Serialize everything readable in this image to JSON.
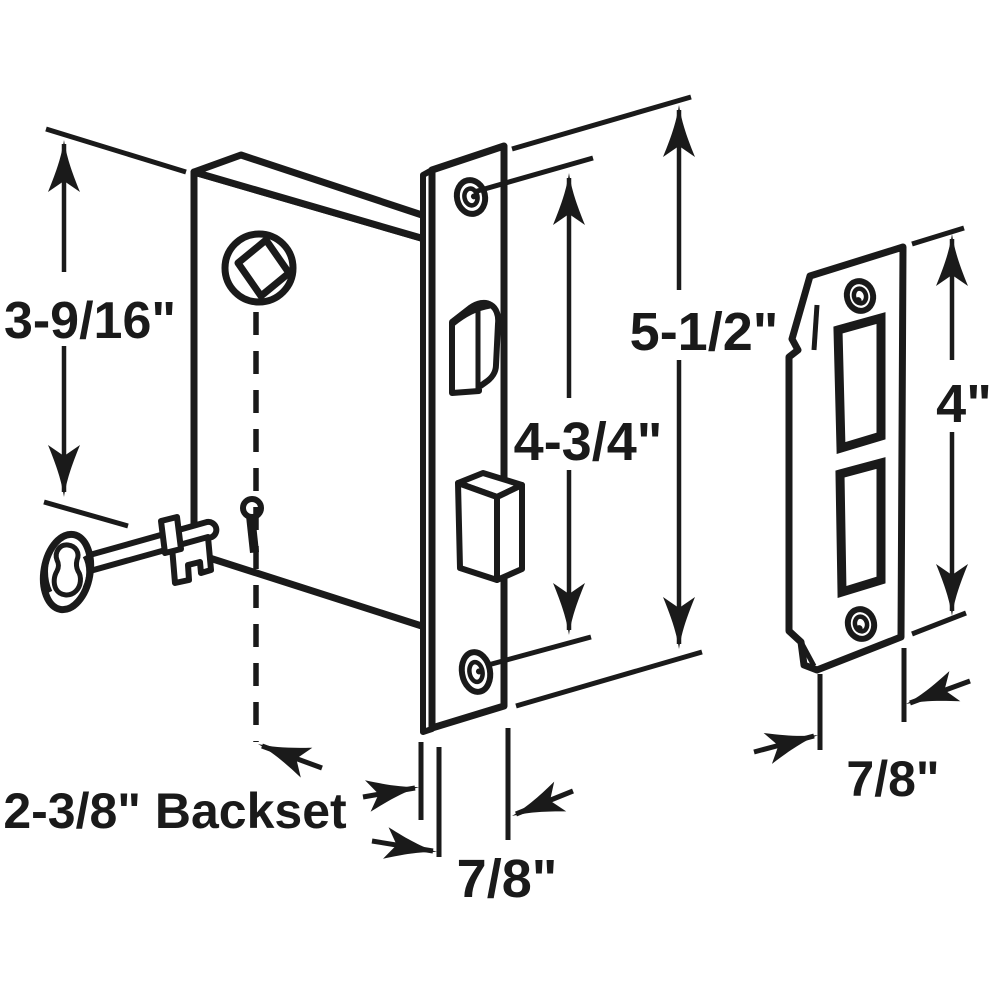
{
  "dimensions": {
    "lock_height": "3-9/16\"",
    "faceplate_length": "5-1/2\"",
    "screw_spacing": "4-3/4\"",
    "backset": "2-3/8\" Backset",
    "faceplate_width": "7/8\"",
    "strike_height": "4\"",
    "strike_width": "7/8\""
  },
  "colors": {
    "line": "#1a1a1a",
    "background": "#ffffff",
    "text": "#1a1a1a"
  }
}
